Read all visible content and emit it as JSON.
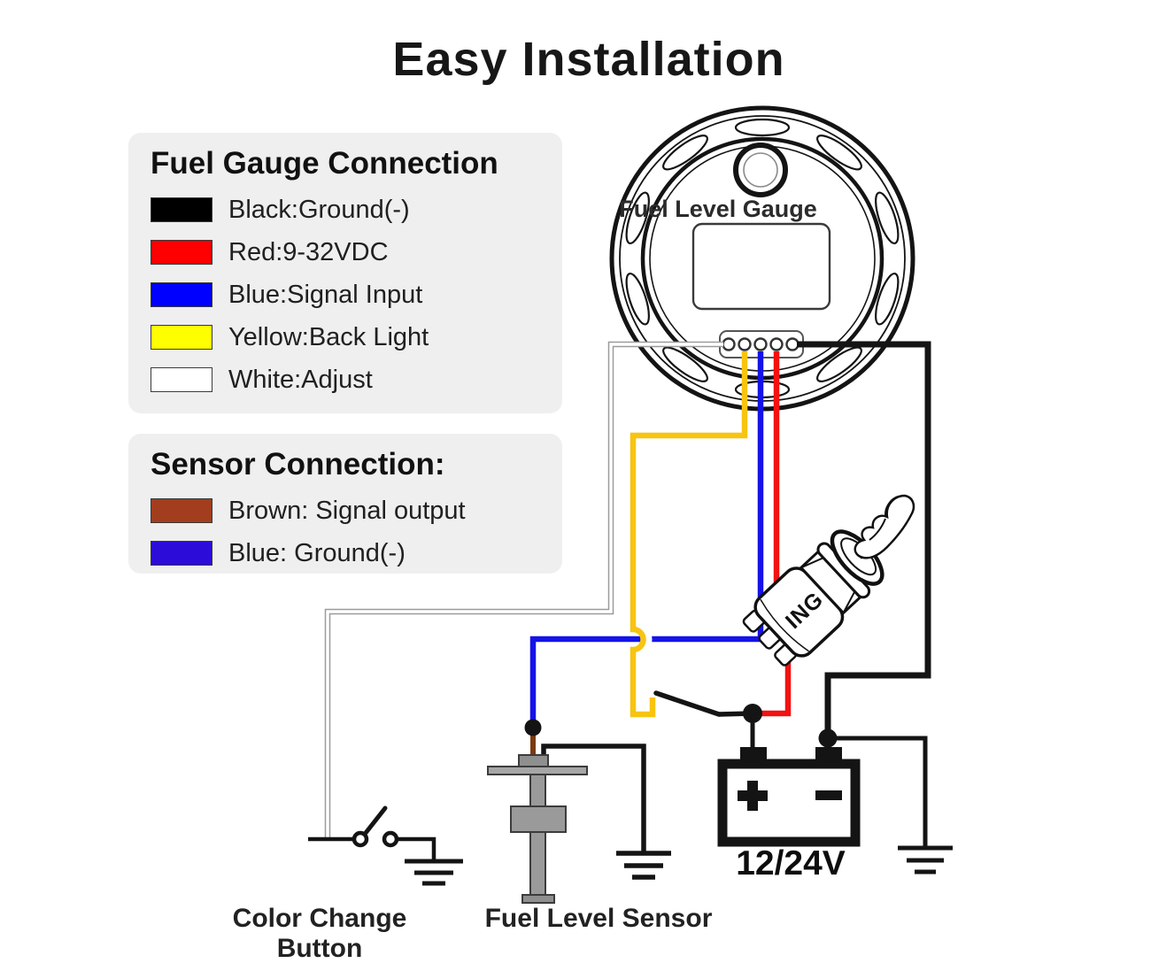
{
  "title": "Easy Installation",
  "legend_fuel_gauge": {
    "title": "Fuel Gauge Connection",
    "items": [
      {
        "label": "Black:Ground(-)"
      },
      {
        "label": "Red:9-32VDC"
      },
      {
        "label": "Blue:Signal Input"
      },
      {
        "label": "Yellow:Back Light"
      },
      {
        "label": "White:Adjust"
      }
    ]
  },
  "legend_sensor": {
    "title": "Sensor Connection:",
    "items": [
      {
        "label": "Brown: Signal output"
      },
      {
        "label": "Blue: Ground(-)"
      }
    ]
  },
  "diagram": {
    "gauge_label": "Fuel Level Gauge",
    "ignition_label": "ING",
    "battery_label": "12/24V",
    "button_label": "Color Change Button",
    "sensor_label": "Fuel Level Sensor"
  },
  "colors": {
    "sw-black": "#000000",
    "sw-red": "#fe0000",
    "sw-blue": "#0000fe",
    "sw-yellow": "#ffff00",
    "sw-white": "#ffffff",
    "sw-brown": "#a23d1e",
    "sw-blue2": "#2b0cd8",
    "wire-yellow": "#f7c411",
    "wire-blue": "#1512e8",
    "wire-red": "#f31111",
    "wire-brown": "#7a3b10",
    "wire-black": "#141414",
    "wire-white-edge": "#9b9b9b"
  }
}
